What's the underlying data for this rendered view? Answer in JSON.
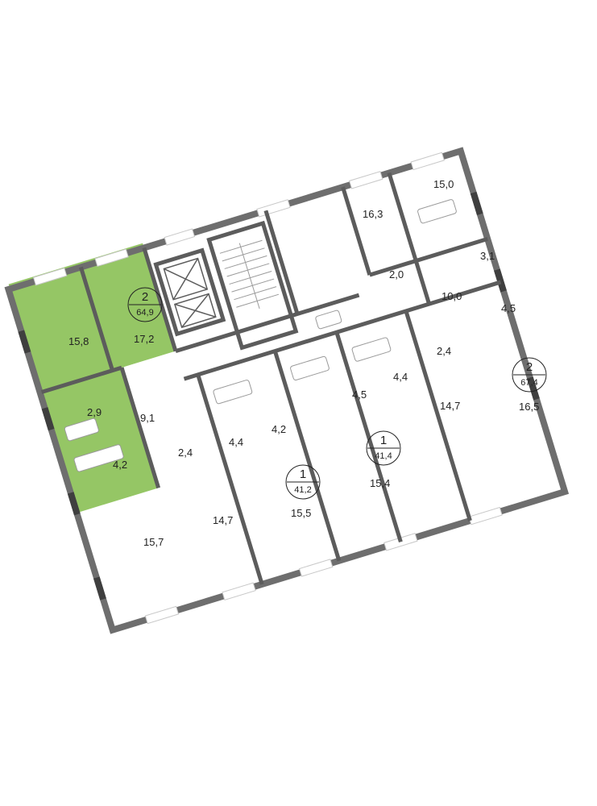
{
  "colors": {
    "highlight_fill": "#95c665",
    "outer_wall": "#6e6e6e",
    "inner_wall": "#5c5c5c",
    "window_accent": "#3f3f3f",
    "fixture_stroke": "#9a9a9a"
  },
  "apartments": [
    {
      "rooms": "2",
      "area": "64,9",
      "highlighted": true
    },
    {
      "rooms": "2",
      "area": "67,4",
      "highlighted": false
    },
    {
      "rooms": "1",
      "area": "41,2",
      "highlighted": false
    },
    {
      "rooms": "1",
      "area": "41,4",
      "highlighted": false
    }
  ],
  "rooms": [
    {
      "area": "15,8"
    },
    {
      "area": "17,2"
    },
    {
      "area": "2,9"
    },
    {
      "area": "9,1"
    },
    {
      "area": "4,2"
    },
    {
      "area": "15,7"
    },
    {
      "area": "16,3"
    },
    {
      "area": "15,0"
    },
    {
      "area": "2,0"
    },
    {
      "area": "3,1"
    },
    {
      "area": "10,0"
    },
    {
      "area": "4,5"
    },
    {
      "area": "2,4"
    },
    {
      "area": "4,4"
    },
    {
      "area": "4,5"
    },
    {
      "area": "14,7"
    },
    {
      "area": "16,5"
    },
    {
      "area": "4,2"
    },
    {
      "area": "4,4"
    },
    {
      "area": "2,4"
    },
    {
      "area": "15,4"
    },
    {
      "area": "15,5"
    },
    {
      "area": "14,7"
    }
  ]
}
